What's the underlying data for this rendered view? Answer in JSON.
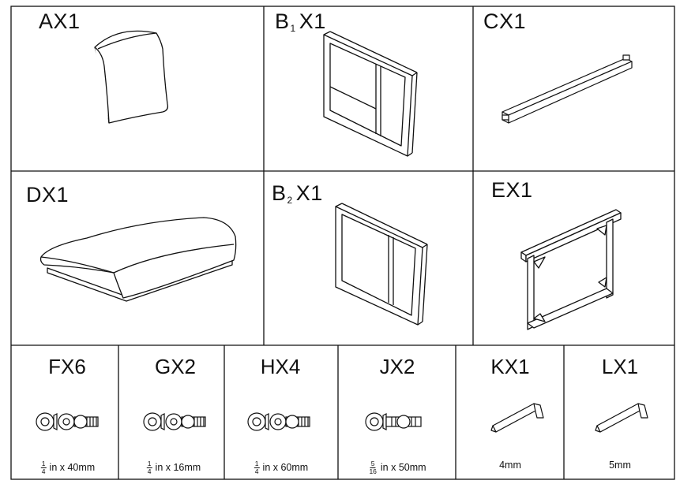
{
  "parts": [
    {
      "id": "A",
      "label": "AX1",
      "sub": "",
      "qty": ""
    },
    {
      "id": "B1",
      "label": "B",
      "sub": "1",
      "qty": "X1"
    },
    {
      "id": "C",
      "label": "CX1",
      "sub": "",
      "qty": ""
    },
    {
      "id": "D",
      "label": "DX1",
      "sub": "",
      "qty": ""
    },
    {
      "id": "B2",
      "label": "B",
      "sub": "2",
      "qty": "X1"
    },
    {
      "id": "E",
      "label": "EX1",
      "sub": "",
      "qty": ""
    }
  ],
  "hardware": [
    {
      "id": "F",
      "label": "FX6",
      "size_num": "1",
      "size_den": "4",
      "size_text": "in x 40mm",
      "icon": "bolt-icon"
    },
    {
      "id": "G",
      "label": "GX2",
      "size_num": "1",
      "size_den": "4",
      "size_text": "in x 16mm",
      "icon": "bolt-icon"
    },
    {
      "id": "H",
      "label": "HX4",
      "size_num": "1",
      "size_den": "4",
      "size_text": "in x 60mm",
      "icon": "bolt-icon"
    },
    {
      "id": "J",
      "label": "JX2",
      "size_num": "5",
      "size_den": "16",
      "size_text": "in x 50mm",
      "icon": "bolt-icon"
    },
    {
      "id": "K",
      "label": "KX1",
      "size_num": "",
      "size_den": "",
      "size_text": "4mm",
      "icon": "allen-key-icon"
    },
    {
      "id": "L",
      "label": "LX1",
      "size_num": "",
      "size_den": "",
      "size_text": "5mm",
      "icon": "allen-key-icon"
    }
  ],
  "colors": {
    "line": "#111111",
    "background": "#ffffff"
  }
}
